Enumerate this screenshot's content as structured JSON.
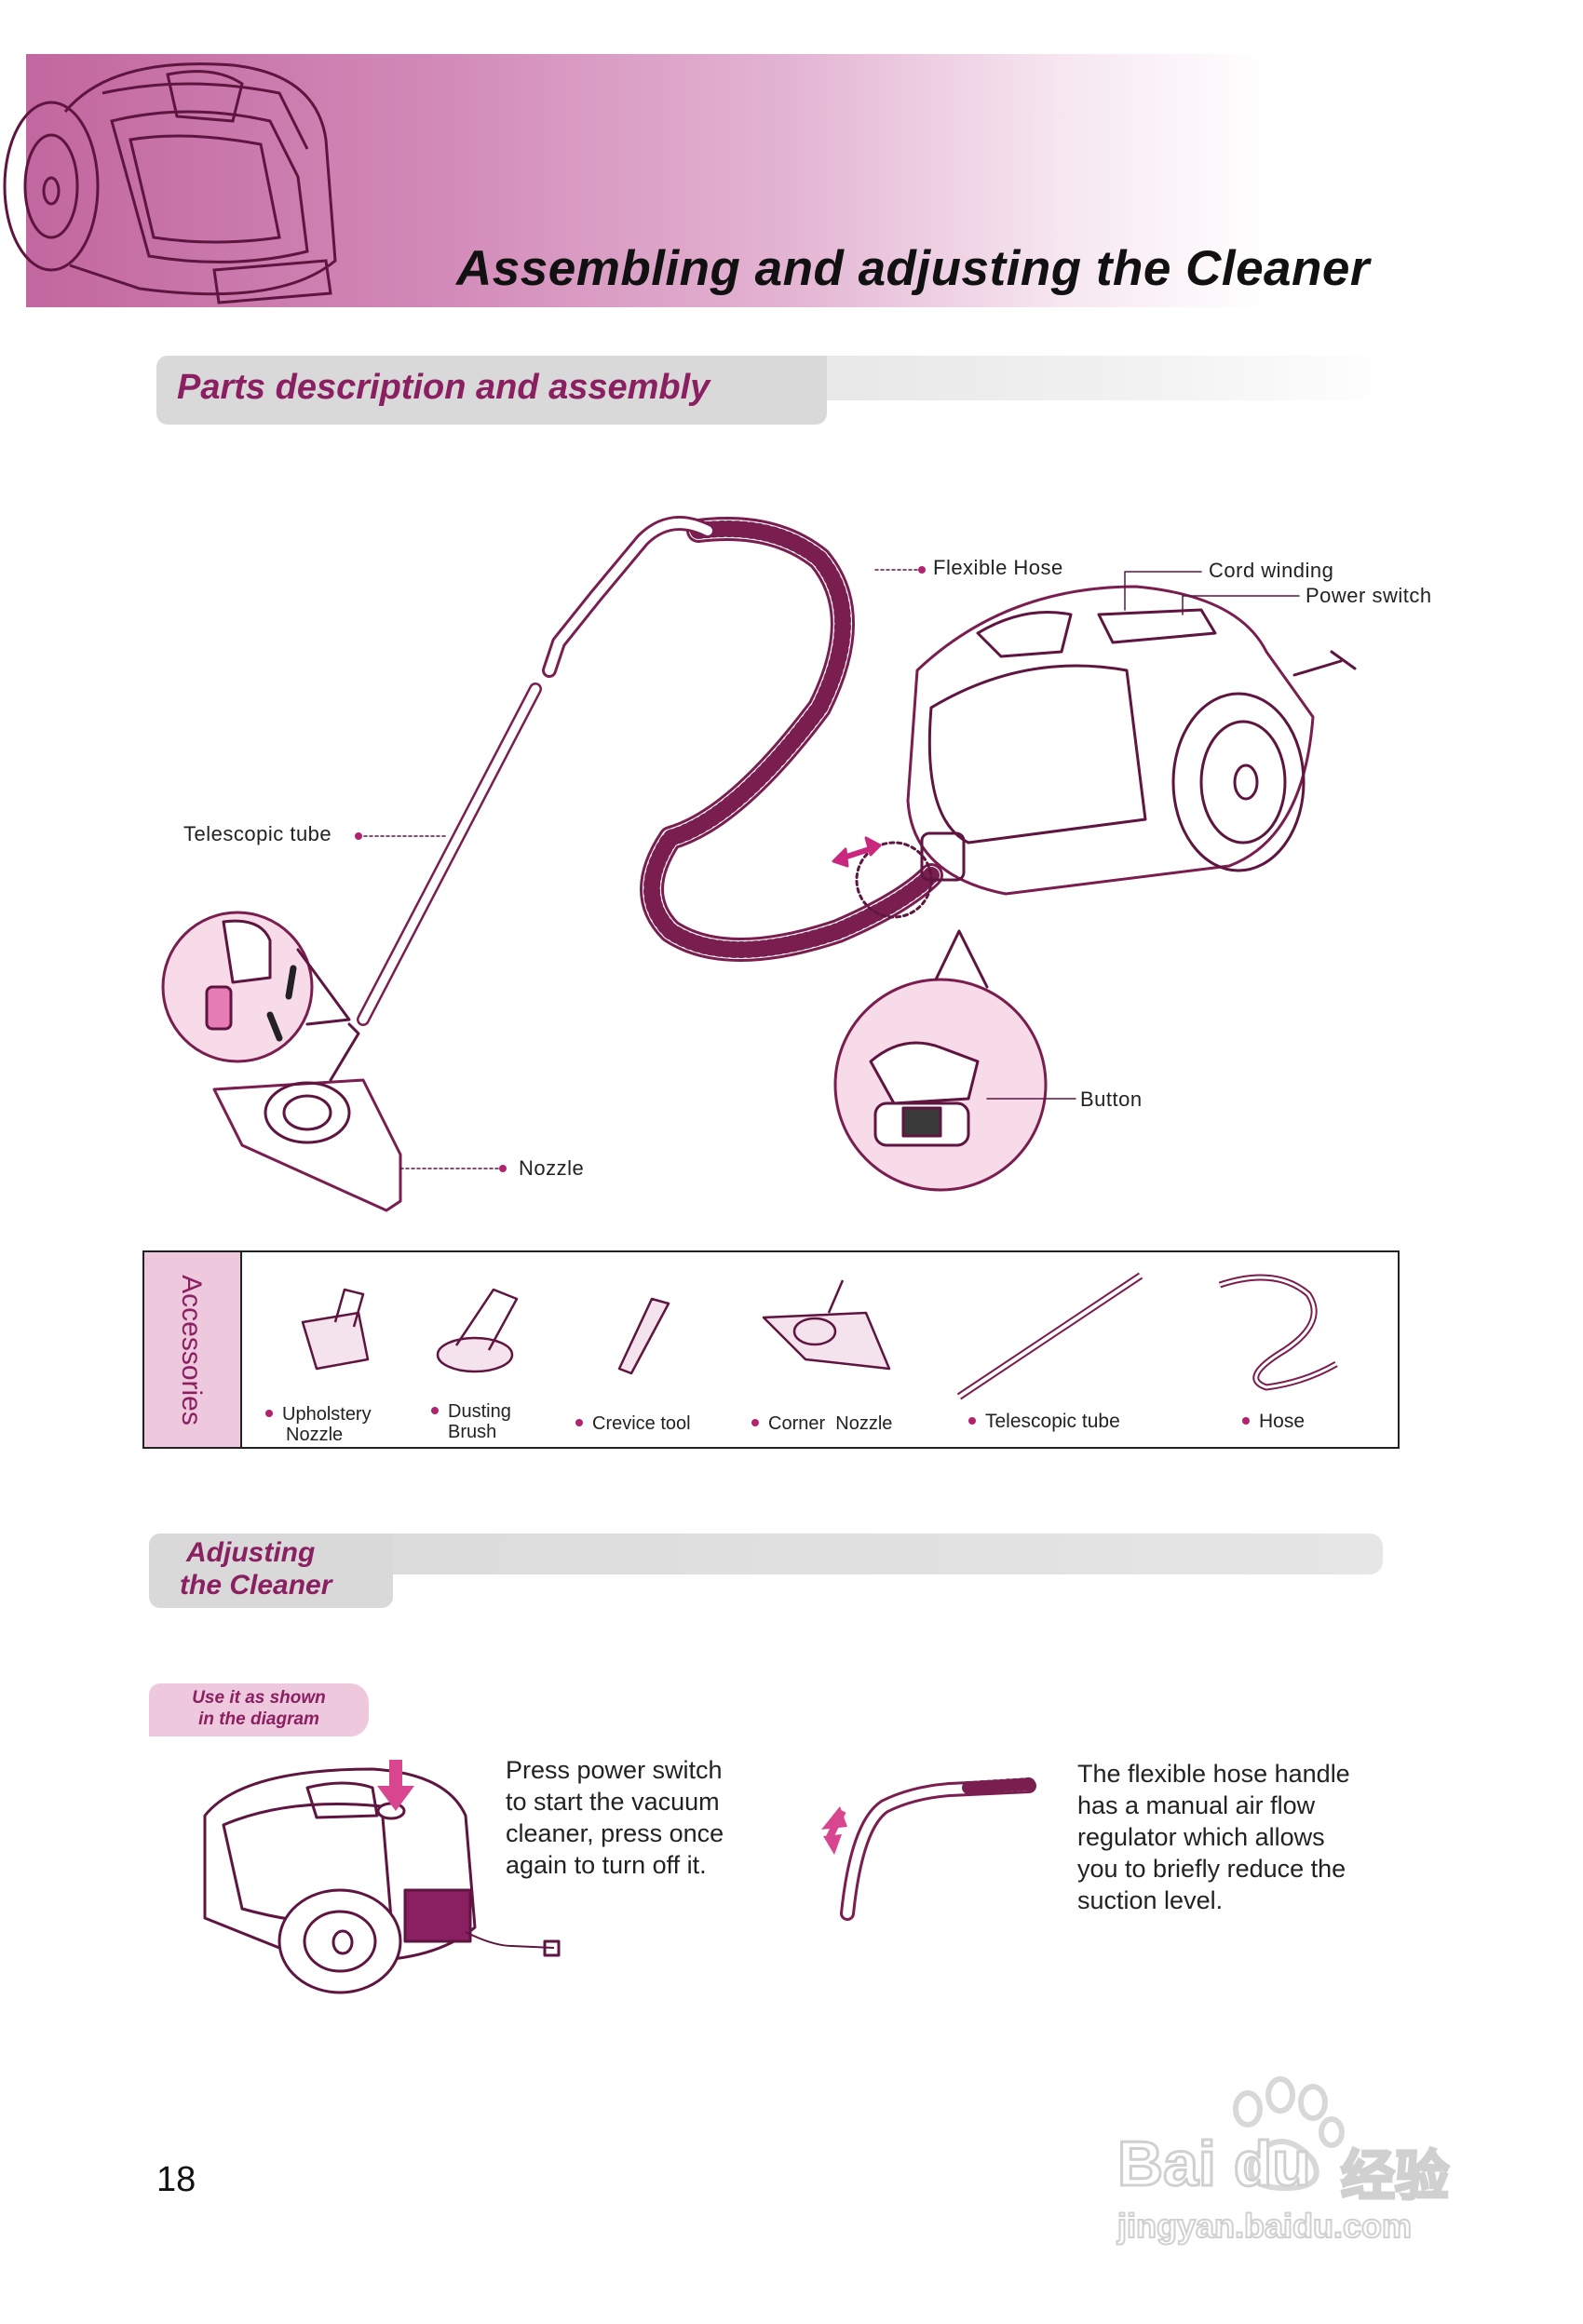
{
  "header": {
    "title": "Assembling and adjusting the Cleaner"
  },
  "section_parts": {
    "title": "Parts description and assembly"
  },
  "diagram_labels": {
    "flexible_hose": "Flexible Hose",
    "cord_winding": "Cord winding",
    "power_switch": "Power switch",
    "telescopic_tube": "Telescopic tube",
    "button": "Button",
    "nozzle": "Nozzle"
  },
  "accessories": {
    "side_label": "Accessories",
    "items": [
      {
        "line1": "Upholstery",
        "line2": "Nozzle",
        "icon": "upholstery-nozzle-icon"
      },
      {
        "line1": "Dusting",
        "line2": "Brush",
        "icon": "dusting-brush-icon"
      },
      {
        "line1": "Crevice tool",
        "line2": "",
        "icon": "crevice-tool-icon"
      },
      {
        "line1": "Corner  Nozzle",
        "line2": "",
        "icon": "corner-nozzle-icon"
      },
      {
        "line1": "Telescopic tube",
        "line2": "",
        "icon": "telescopic-tube-icon"
      },
      {
        "line1": "Hose",
        "line2": "",
        "icon": "hose-icon"
      }
    ]
  },
  "section_adjust": {
    "line1": "Adjusting",
    "line2": "the Cleaner"
  },
  "use_tab": {
    "line1": "Use it as shown",
    "line2": "in the diagram"
  },
  "instructions": {
    "power": [
      "Press power switch",
      "to start the vacuum",
      "cleaner, press once",
      "again to turn off it."
    ],
    "hose": [
      "The flexible hose handle",
      "has a manual air flow",
      "regulator which allows",
      "you to briefly reduce the",
      "suction level."
    ]
  },
  "page_number": "18",
  "watermark": {
    "brand": "Bai du",
    "cn": "经验",
    "url": "jingyan.baidu.com"
  },
  "colors": {
    "accent": "#8a1f62",
    "pink": "#c2679f",
    "light_pink": "#eec8dd",
    "line": "#7a1d4f"
  }
}
